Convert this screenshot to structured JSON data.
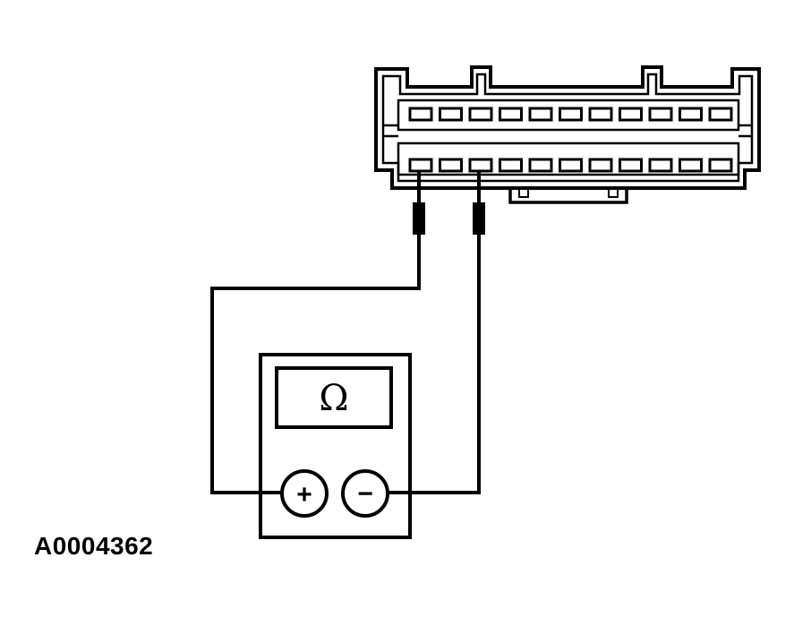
{
  "figure_id": "A0004362",
  "meter": {
    "display_symbol": "Ω",
    "positive_terminal_symbol": "+",
    "negative_terminal_symbol": "−"
  },
  "connector": {
    "upper_row_cavities": 11,
    "lower_row_cavities": 11
  },
  "colors": {
    "line": "#000000",
    "background": "#ffffff"
  }
}
